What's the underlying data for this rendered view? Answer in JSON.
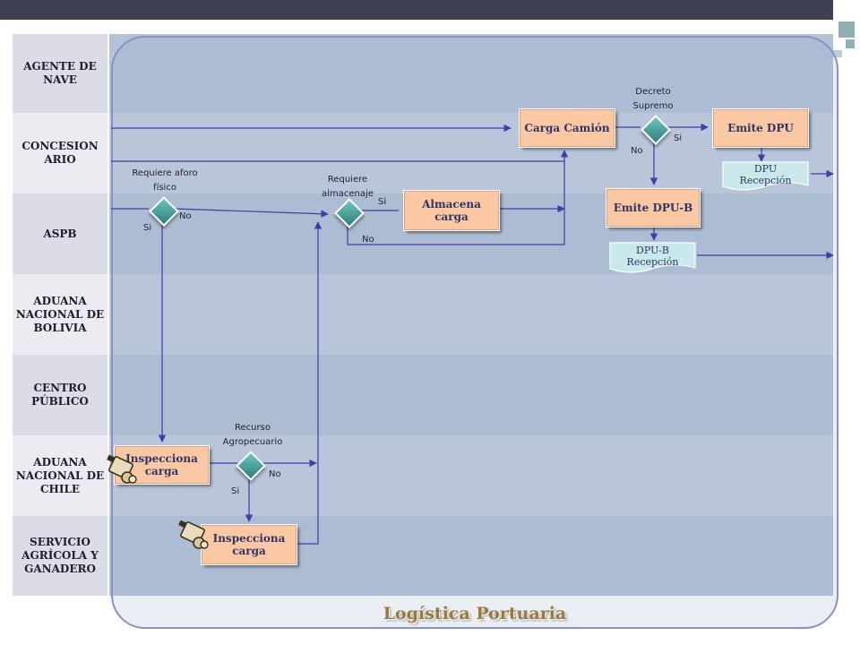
{
  "title": "Logística Portuaria",
  "lanes": [
    {
      "label": "AGENTE DE NAVE"
    },
    {
      "label": "CONCESION ARIO"
    },
    {
      "label": "ASPB"
    },
    {
      "label": "ADUANA NACIONAL DE BOLIVIA"
    },
    {
      "label": "CENTRO PÚBLICO"
    },
    {
      "label": "ADUANA NACIONAL DE CHILE"
    },
    {
      "label": "SERVICIO AGRÍCOLA Y GANADERO"
    }
  ],
  "tasks": {
    "carga_camion": "Carga Camión",
    "emite_dpu": "Emite DPU",
    "emite_dpu_b": "Emite DPU-B",
    "almacena_carga": "Almacena carga",
    "inspecciona_chile": "Inspecciona carga",
    "inspecciona_sag": "Inspecciona carga"
  },
  "documents": {
    "dpu": "DPU Recepción",
    "dpu_b": "DPU-B Recepción"
  },
  "gateways": {
    "aforo": "Requiere aforo físico",
    "almacenaje": "Requiere almacenaje",
    "decreto": "Decreto Supremo",
    "recurso": "Recurso Agropecuario"
  },
  "edge_labels": {
    "aforo_no": "No",
    "aforo_si": "Si",
    "almacenaje_si": "Si",
    "almacenaje_no": "No",
    "decreto_si": "Si",
    "decreto_no": "No",
    "recurso_no": "No",
    "recurso_si": "Si"
  },
  "colors": {
    "header_bar": "#3f4152",
    "lane_label_bg": "#dcdce6",
    "lane_body_dark": "#b4c2d6",
    "lane_body_light": "#c4cedd",
    "task_fill": "#fbc8a4",
    "document_fill": "#c9e8ea",
    "gateway_fill": "#3f9d96",
    "connector": "#3b3fa6",
    "title_color": "#9a7a3c"
  }
}
